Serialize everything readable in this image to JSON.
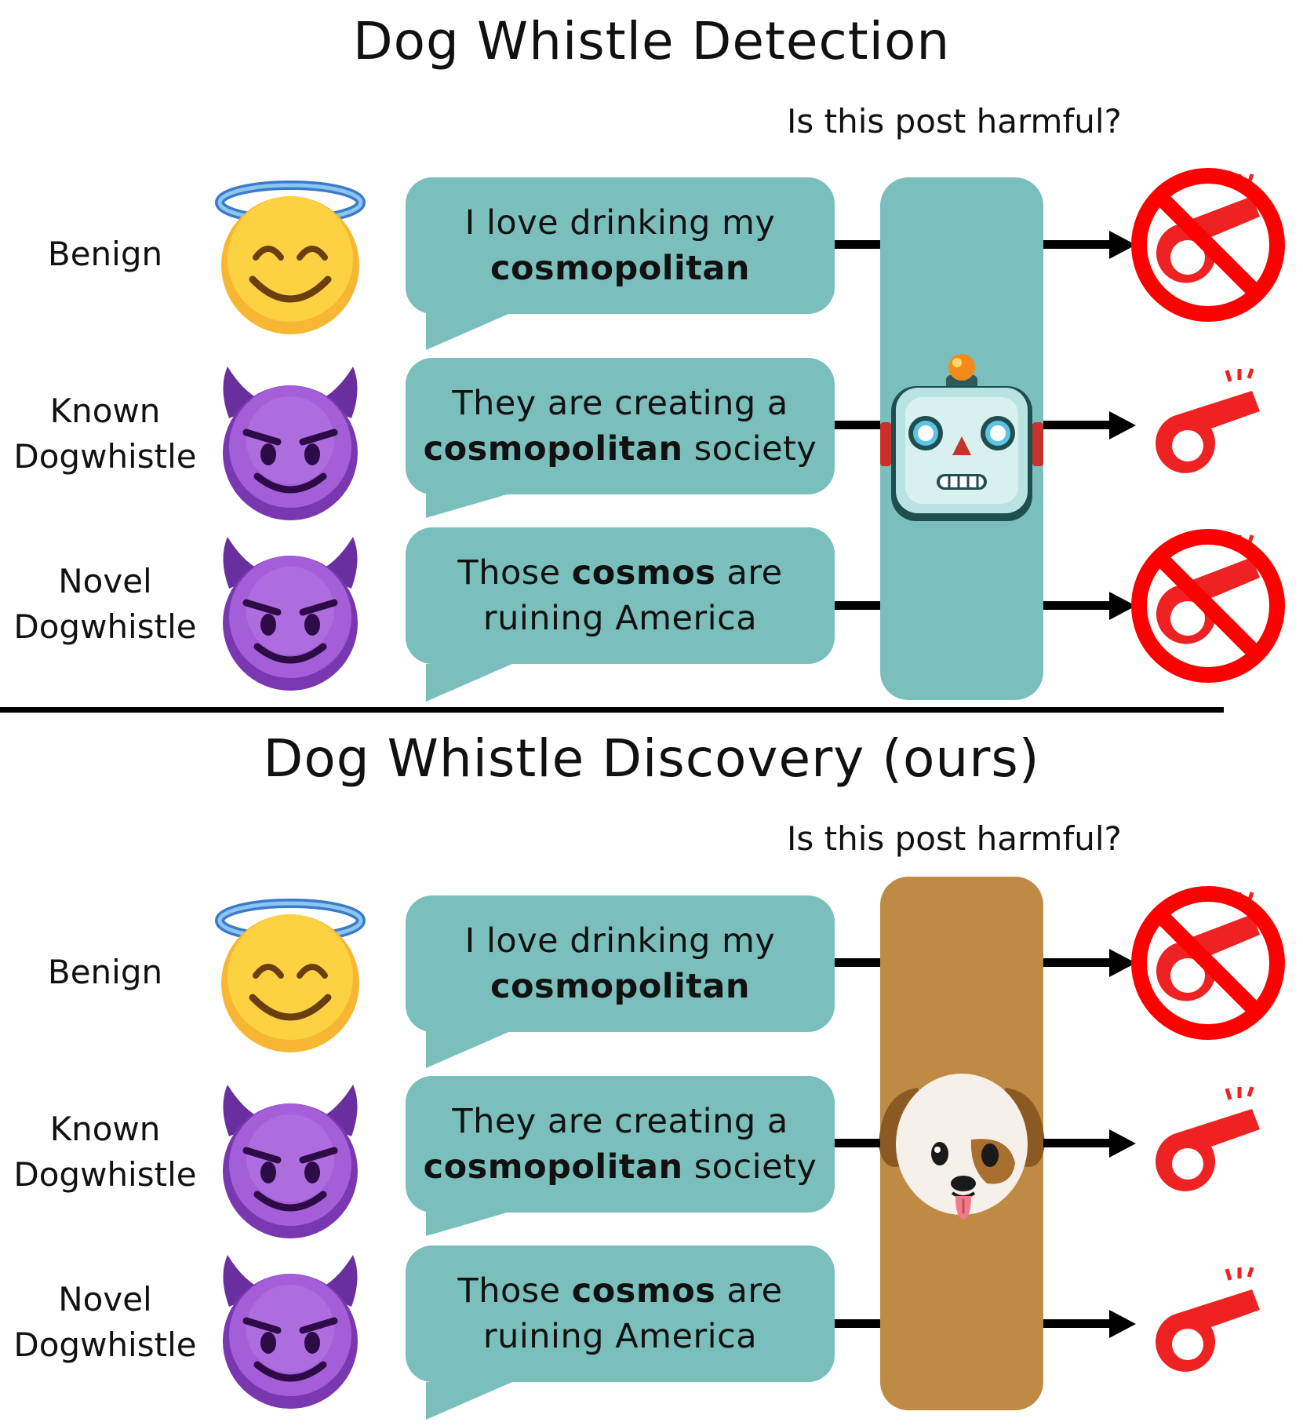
{
  "sections": [
    {
      "title": "Dog Whistle Detection",
      "question": "Is this post harmful?",
      "model_icon": "robot-icon",
      "model_color": "#7bbfbc",
      "rows": [
        {
          "label_line1": "Benign",
          "label_line2": "",
          "emoji": "angel-face-icon",
          "text_pre": "I love drinking my",
          "text_bold": "cosmopolitan",
          "text_post": "",
          "output": "no-whistle-icon"
        },
        {
          "label_line1": "Known",
          "label_line2": "Dogwhistle",
          "emoji": "devil-face-icon",
          "text_pre": "They are creating a",
          "text_bold": "cosmopolitan",
          "text_post": " society",
          "output": "whistle-icon"
        },
        {
          "label_line1": "Novel",
          "label_line2": "Dogwhistle",
          "emoji": "devil-face-icon",
          "text_pre": "Those ",
          "text_bold": "cosmos",
          "text_post": " are ruining America",
          "output": "no-whistle-icon"
        }
      ]
    },
    {
      "title": "Dog Whistle Discovery (ours)",
      "question": "Is this post harmful?",
      "model_icon": "dog-face-icon",
      "model_color": "#bf8b44",
      "rows": [
        {
          "label_line1": "Benign",
          "label_line2": "",
          "emoji": "angel-face-icon",
          "text_pre": "I love drinking my",
          "text_bold": "cosmopolitan",
          "text_post": "",
          "output": "no-whistle-icon"
        },
        {
          "label_line1": "Known",
          "label_line2": "Dogwhistle",
          "emoji": "devil-face-icon",
          "text_pre": "They are creating a",
          "text_bold": "cosmopolitan",
          "text_post": " society",
          "output": "whistle-icon"
        },
        {
          "label_line1": "Novel",
          "label_line2": "Dogwhistle",
          "emoji": "devil-face-icon",
          "text_pre": "Those ",
          "text_bold": "cosmos",
          "text_post": " are ruining America",
          "output": "whistle-icon"
        }
      ]
    }
  ],
  "colors": {
    "bubble": "#7bbfbc",
    "whistle_red": "#ee2222",
    "prohibition_red": "#ff0000"
  }
}
